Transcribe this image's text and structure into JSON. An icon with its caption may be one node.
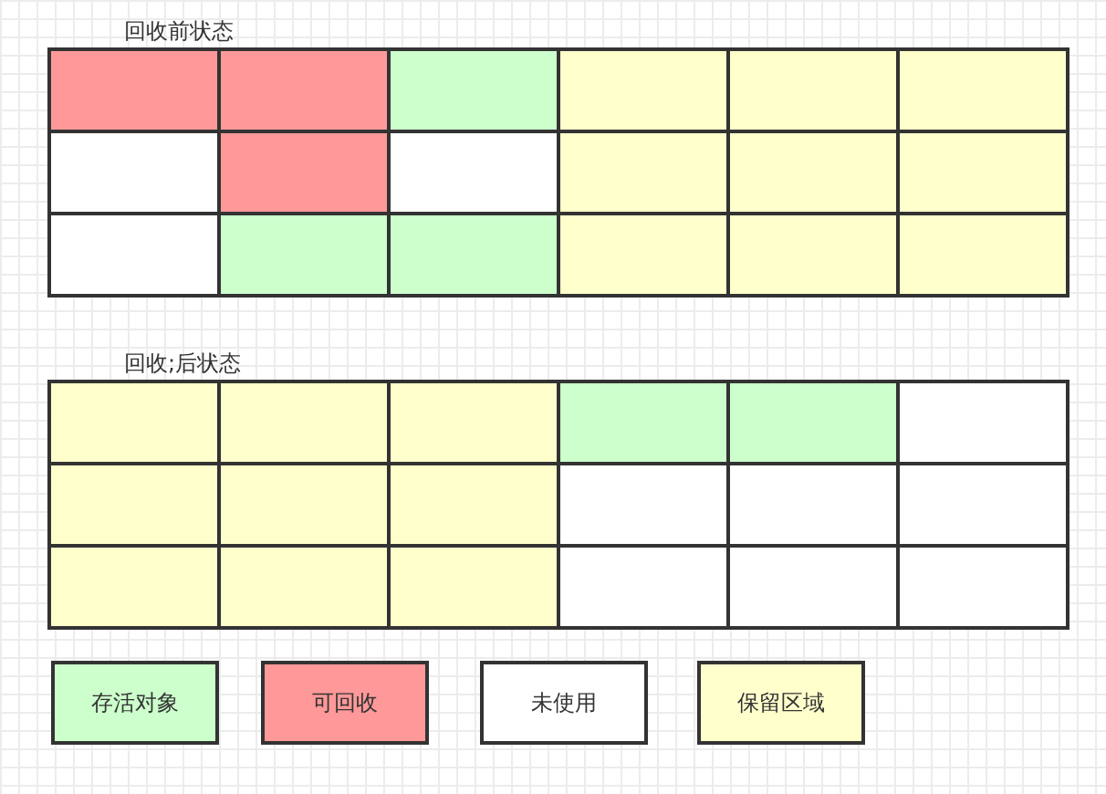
{
  "diagram": {
    "nodes": [
      {
        "text": [
          "回收前状态"
        ]
      },
      {
        "text": [],
        "shape": "box",
        "in": 0
      },
      {
        "text": [],
        "shape": "box",
        "in": 0
      },
      {
        "text": [],
        "shape": "box",
        "in": 0
      },
      {
        "text": [],
        "shape": "box",
        "in": 0
      },
      {
        "text": [],
        "shape": "box",
        "in": 0
      },
      {
        "text": [],
        "shape": "box",
        "in": 0
      },
      {
        "text": [],
        "shape": "box",
        "in": 0
      },
      {
        "text": [],
        "shape": "box",
        "in": 0
      },
      {
        "text": [],
        "shape": "box",
        "in": 0
      },
      {
        "text": [],
        "shape": "box",
        "in": 0
      },
      {
        "text": [],
        "shape": "box",
        "in": 0
      },
      {
        "text": [],
        "shape": "box",
        "in": 0
      },
      {
        "text": [],
        "shape": "box",
        "in": 0
      },
      {
        "text": [],
        "shape": "box",
        "in": 0
      },
      {
        "text": [],
        "shape": "box",
        "in": 0
      },
      {
        "text": [],
        "shape": "box",
        "in": 0
      },
      {
        "text": [],
        "shape": "box",
        "in": 0
      },
      {
        "text": [],
        "shape": "box",
        "in": 0
      },
      {
        "text": [
          "回收;后状态"
        ]
      },
      {
        "text": [],
        "shape": "box",
        "in": 19
      },
      {
        "text": [],
        "shape": "box",
        "in": 19
      },
      {
        "text": [],
        "shape": "box",
        "in": 19
      },
      {
        "text": [],
        "shape": "box",
        "in": 19
      },
      {
        "text": [],
        "shape": "box",
        "in": 19
      },
      {
        "text": [],
        "shape": "box",
        "in": 19
      },
      {
        "text": [],
        "shape": "box",
        "in": 19
      },
      {
        "text": [],
        "shape": "box",
        "in": 19
      },
      {
        "text": [],
        "shape": "box",
        "in": 19
      },
      {
        "text": [],
        "shape": "box",
        "in": 19
      },
      {
        "text": [],
        "shape": "box",
        "in": 19
      },
      {
        "text": [],
        "shape": "box",
        "in": 19
      },
      {
        "text": [],
        "shape": "box",
        "in": 19
      },
      {
        "text": [],
        "shape": "box",
        "in": 19
      },
      {
        "text": [],
        "shape": "box",
        "in": 19
      },
      {
        "text": [],
        "shape": "box",
        "in": 19
      },
      {
        "text": [],
        "shape": "box",
        "in": 19
      },
      {
        "text": [],
        "shape": "box",
        "in": 19
      }
    ],
    "legend": [
      {
        "text": "存活对象",
        "color": "#ccffcc"
      },
      {
        "text": "可回收",
        "color": "#ff9999"
      },
      {
        "text": "未使用",
        "color": "#ffffff"
      },
      {
        "text": "保留区域",
        "color": "#ffffcc"
      }
    ]
  }
}
